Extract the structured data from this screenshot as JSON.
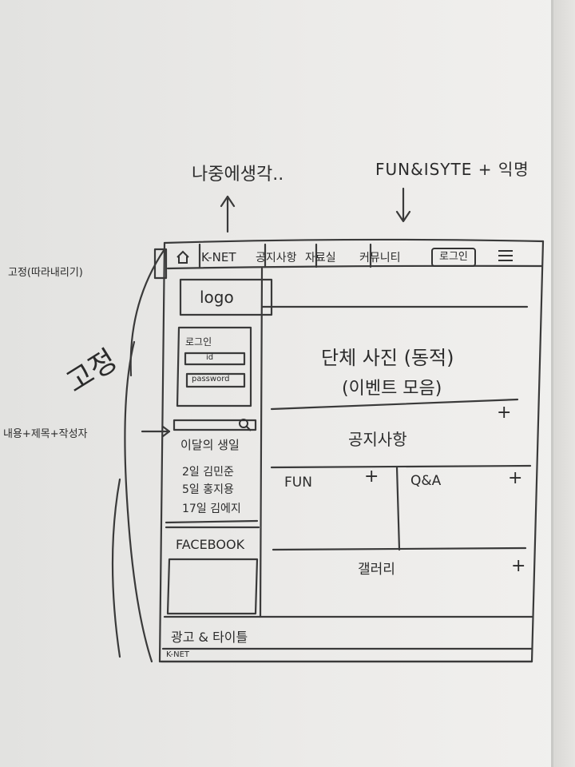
{
  "annotations": {
    "later": "나중에생각..",
    "fun_site": "FUN&ISYTE + 익명",
    "fixed": "고정(따라내리기)",
    "fixed_big": "고정",
    "search_scope": "내용+제목+작성자"
  },
  "navbar": {
    "home_icon": "home-icon",
    "site_name": "K-NET",
    "menu": [
      "공지사항",
      "자료실",
      "커뮤니티"
    ],
    "login_button": "로그인",
    "menu_icon": "hamburger-icon"
  },
  "sidebar": {
    "logo": "logo",
    "login_box": {
      "title": "로그인",
      "id_label": "id",
      "password_label": "password"
    },
    "search_icon": "search-icon",
    "birthday_title": "이달의 생일",
    "birthdays": [
      "2일 김민준",
      "5일 홍지용",
      "17일 김에지"
    ],
    "facebook_label": "FACEBOOK"
  },
  "main": {
    "hero_line1": "단체 사진 (동적)",
    "hero_line2": "(이벤트 모음)",
    "notice_title": "공지사항",
    "fun_title": "FUN",
    "qa_title": "Q&A",
    "gallery_title": "갤러리",
    "plus": "+"
  },
  "footer": {
    "ad_title": "광고 & 타이틀",
    "brand": "K-NET"
  }
}
